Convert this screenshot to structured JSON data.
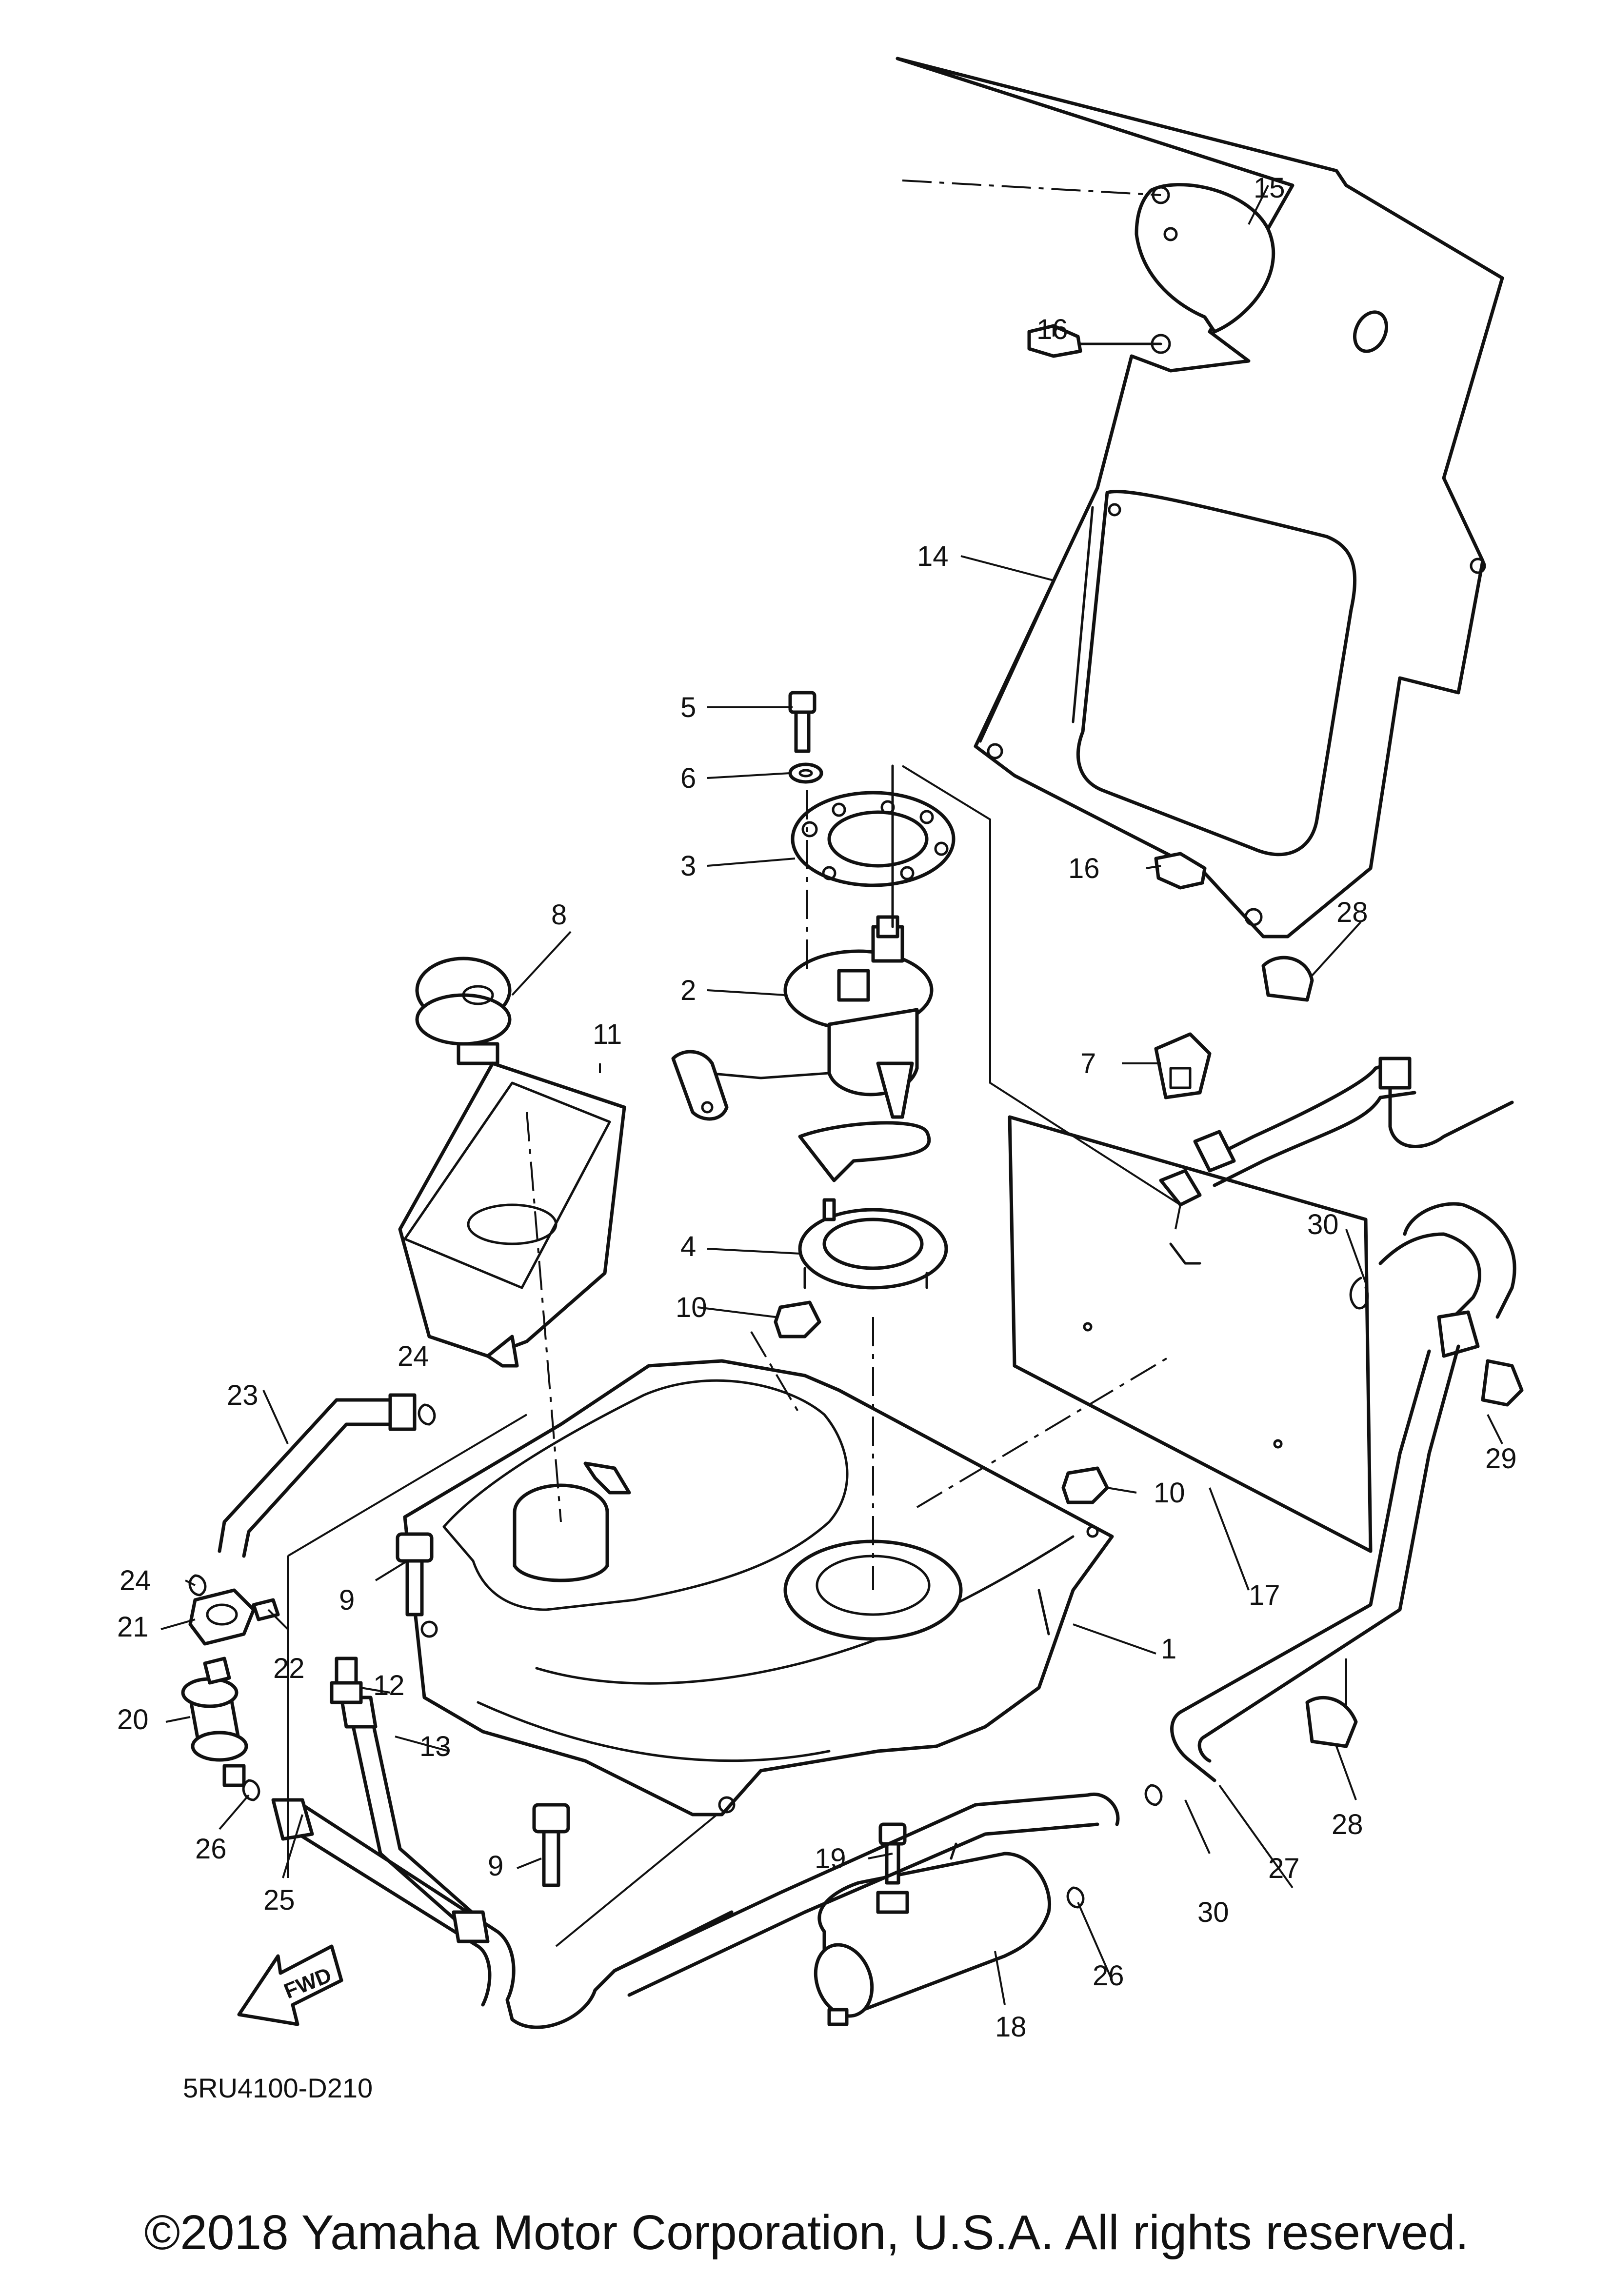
{
  "diagram_code": "5RU4100-D210",
  "fwd_label": "FWD",
  "copyright": "©2018 Yamaha Motor Corporation, U.S.A. All rights reserved.",
  "callouts": [
    {
      "n": "1"
    },
    {
      "n": "2"
    },
    {
      "n": "3"
    },
    {
      "n": "4"
    },
    {
      "n": "5"
    },
    {
      "n": "6"
    },
    {
      "n": "7"
    },
    {
      "n": "8"
    },
    {
      "n": "9"
    },
    {
      "n": "9"
    },
    {
      "n": "10"
    },
    {
      "n": "10"
    },
    {
      "n": "11"
    },
    {
      "n": "12"
    },
    {
      "n": "13"
    },
    {
      "n": "14"
    },
    {
      "n": "15"
    },
    {
      "n": "16"
    },
    {
      "n": "16"
    },
    {
      "n": "17"
    },
    {
      "n": "18"
    },
    {
      "n": "19"
    },
    {
      "n": "20"
    },
    {
      "n": "21"
    },
    {
      "n": "22"
    },
    {
      "n": "23"
    },
    {
      "n": "24"
    },
    {
      "n": "24"
    },
    {
      "n": "25"
    },
    {
      "n": "26"
    },
    {
      "n": "26"
    },
    {
      "n": "27"
    },
    {
      "n": "28"
    },
    {
      "n": "28"
    },
    {
      "n": "29"
    },
    {
      "n": "30"
    },
    {
      "n": "30"
    }
  ]
}
